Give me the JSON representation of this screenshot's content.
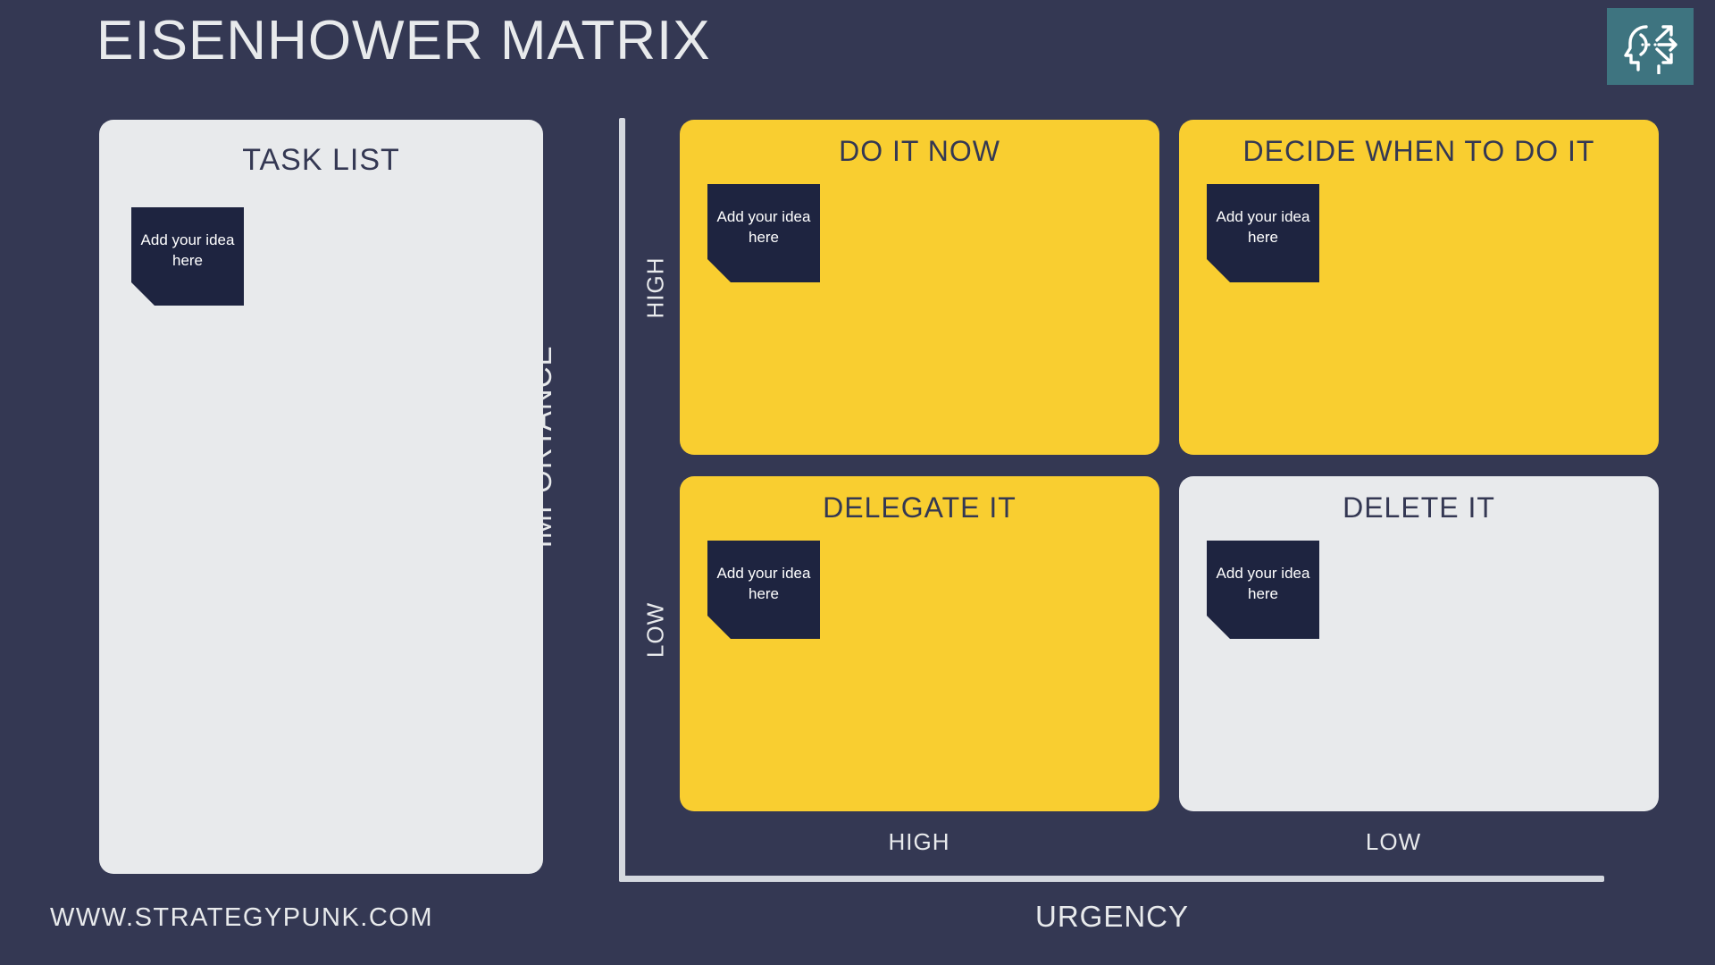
{
  "header": {
    "title": "EISENHOWER MATRIX",
    "logo_icon": "head-with-arrows-strategy-icon"
  },
  "theme": {
    "background": "#343853",
    "accent_yellow": "#F9CE30",
    "panel_grey": "#E8EAEC",
    "note_navy": "#1E2440",
    "logo_teal": "#3E7480",
    "axis_line": "#D4D8DF",
    "title_text": "#E8EAEC",
    "panel_text": "#343853"
  },
  "task_list": {
    "title": "TASK LIST",
    "note": "Add your idea here"
  },
  "axes": {
    "y_label": "IMPORTANCE",
    "x_label": "URGENCY",
    "y_ticks": [
      "HIGH",
      "LOW"
    ],
    "x_ticks": [
      "HIGH",
      "LOW"
    ]
  },
  "quadrants": [
    {
      "id": "do-it-now",
      "title": "DO IT NOW",
      "note": "Add your idea here",
      "fill": "yellow"
    },
    {
      "id": "decide-when-to-do-it",
      "title": "DECIDE WHEN TO DO IT",
      "note": "Add your idea here",
      "fill": "yellow"
    },
    {
      "id": "delegate-it",
      "title": "DELEGATE IT",
      "note": "Add your idea here",
      "fill": "yellow"
    },
    {
      "id": "delete-it",
      "title": "DELETE IT",
      "note": "Add your idea here",
      "fill": "grey"
    }
  ],
  "footer": {
    "url": "WWW.STRATEGYPUNK.COM"
  }
}
